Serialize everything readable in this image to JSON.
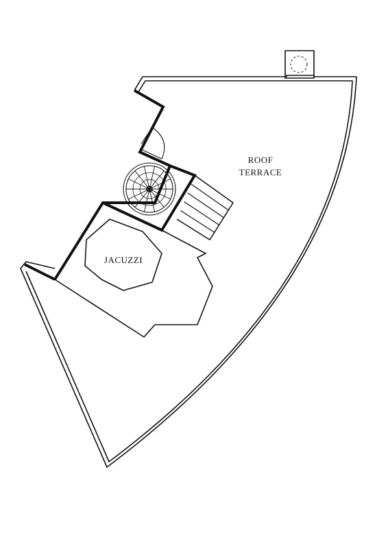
{
  "rooms": {
    "roof_terrace_line1": "ROOF",
    "roof_terrace_line2": "TERRACE",
    "jacuzzi": "JACUZZI"
  }
}
